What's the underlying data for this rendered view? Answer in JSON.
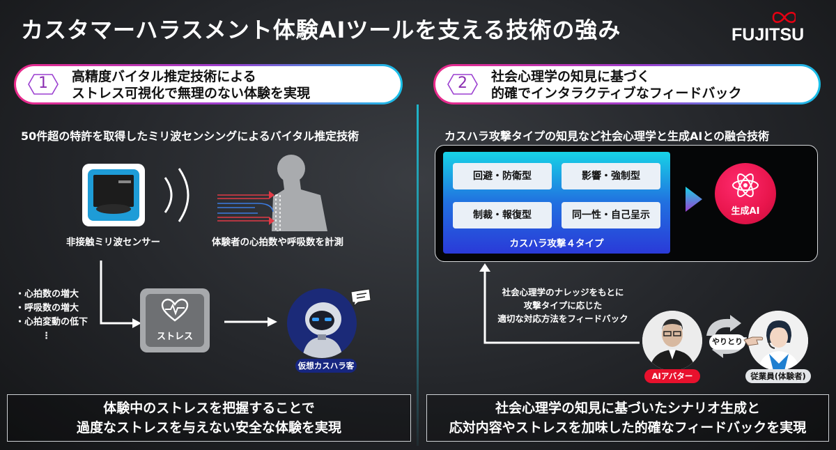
{
  "title": "カスタマーハラスメント体験AIツールを支える技術の強み",
  "logo": "FUJITSU",
  "left": {
    "number": "1",
    "heading_line1": "高精度バイタル推定技術による",
    "heading_line2": "ストレス可視化で無理のない体験を実現",
    "subtitle": "50件超の特許を取得したミリ波センシングによるバイタル推定技術",
    "sensor_label": "非接触ミリ波センサー",
    "measure_label": "体験者の心拍数や呼吸数を計測",
    "indicators": [
      "・心拍数の増大",
      "・呼吸数の増大",
      "・心拍変動の低下",
      "⋮"
    ],
    "stress_label": "ストレス",
    "robot_tag": "仮想カスハラ客",
    "bottom_line1": "体験中のストレスを把握することで",
    "bottom_line2": "過度なストレスを与えない安全な体験を実現"
  },
  "right": {
    "number": "2",
    "heading_line1": "社会心理学の知見に基づく",
    "heading_line2": "的確でインタラクティブなフィードバック",
    "subtitle": "カスハラ攻撃タイプの知見など社会心理学と生成AIとの融合技術",
    "types": [
      "回避・防衛型",
      "影響・強制型",
      "制裁・報復型",
      "同一性・自己呈示"
    ],
    "types_caption": "カスハラ攻撃４タイプ",
    "gen_ai_label": "生成AI",
    "feedback_line1": "社会心理学のナレッジをもとに",
    "feedback_line2": "攻撃タイプに応じた",
    "feedback_line3": "適切な対応方法をフィードバック",
    "avatar_tag": "AIアバター",
    "exchange_label": "やりとり",
    "employee_tag": "従業員(体験者)",
    "bottom_line1": "社会心理学の知見に基づいたシナリオ生成と",
    "bottom_line2": "応対内容やストレスを加味した的確なフィードバックを実現"
  },
  "colors": {
    "pink": "#ea2a8a",
    "purple": "#9b3fd0",
    "cyan": "#18c0e8",
    "avatar_tag": "#e8112d",
    "types_gradient_top": "#17d3e6",
    "types_gradient_bottom": "#2a3ad8"
  }
}
